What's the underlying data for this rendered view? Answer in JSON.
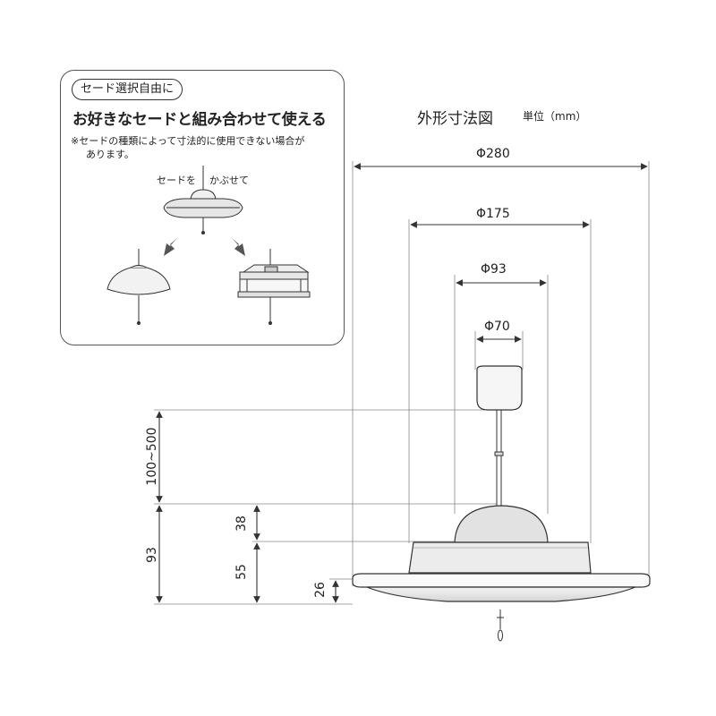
{
  "inset": {
    "pill_label": "セード選択自由に",
    "headline": "お好きなセードと組み合わせて使える",
    "note_line1": "※セードの種類によって寸法的に使用できない場合が",
    "note_line2": "あります。",
    "hint_left": "セードを",
    "hint_right": "かぶせて"
  },
  "drawing": {
    "title": "外形寸法図",
    "unit": "単位（mm）",
    "diameters": {
      "d280": "Φ280",
      "d175": "Φ175",
      "d93": "Φ93",
      "d70": "Φ70"
    },
    "heights": {
      "cord": "100~500",
      "total": "93",
      "dome": "38",
      "base": "55",
      "lens": "26"
    }
  },
  "colors": {
    "line": "#333333",
    "guide": "#8a8a8a",
    "fill_light": "#f4f4f4",
    "fill_mid": "#e2e2e2",
    "arrow": "#555555"
  }
}
